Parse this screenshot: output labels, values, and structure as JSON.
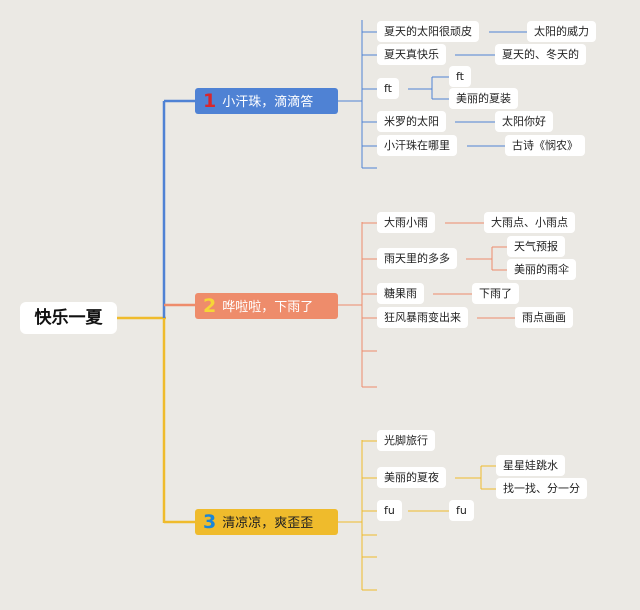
{
  "root": {
    "label": "快乐一夏"
  },
  "topics": [
    {
      "num": "1",
      "label": "小汗珠，滴滴答",
      "color": "#4f82d4",
      "children": [
        {
          "label": "夏天的太阳很顽皮",
          "children": [
            {
              "label": "太阳的威力"
            }
          ]
        },
        {
          "label": "夏天真快乐",
          "children": [
            {
              "label": "夏天的、冬天的"
            }
          ]
        },
        {
          "label": "ft",
          "children": [
            {
              "label": "ft"
            },
            {
              "label": "美丽的夏装"
            }
          ]
        },
        {
          "label": "米罗的太阳",
          "children": [
            {
              "label": "太阳你好"
            }
          ]
        },
        {
          "label": "小汗珠在哪里",
          "children": [
            {
              "label": "古诗《悯农》"
            }
          ]
        }
      ]
    },
    {
      "num": "2",
      "label": "哗啦啦，下雨了",
      "color": "#ee8c6b",
      "children": [
        {
          "label": "大雨小雨",
          "children": [
            {
              "label": "大雨点、小雨点"
            }
          ]
        },
        {
          "label": "雨天里的多多",
          "children": [
            {
              "label": "天气预报"
            },
            {
              "label": "美丽的雨伞"
            }
          ]
        },
        {
          "label": "糖果雨",
          "children": [
            {
              "label": "下雨了"
            }
          ]
        },
        {
          "label": "狂风暴雨变出来",
          "children": [
            {
              "label": "雨点画画"
            }
          ]
        }
      ]
    },
    {
      "num": "3",
      "label": "清凉凉，爽歪歪",
      "color": "#efbb2c",
      "children": [
        {
          "label": "光脚旅行",
          "children": []
        },
        {
          "label": "美丽的夏夜",
          "children": [
            {
              "label": "星星娃跳水"
            },
            {
              "label": "找一找、分一分"
            }
          ]
        },
        {
          "label": "fu",
          "children": [
            {
              "label": "fu"
            }
          ]
        }
      ]
    }
  ]
}
